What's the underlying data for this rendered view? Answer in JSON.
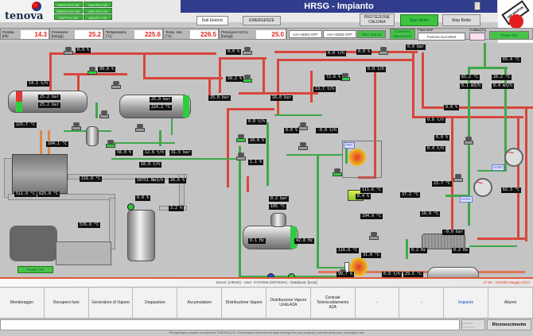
{
  "header": {
    "brand": "tenova",
    "title": "HRSG - Impianto",
    "partner_logo": "ORI MARTIN",
    "plc_status": [
      "HRSG PLC OK",
      "OAH PLC OK",
      "HRSG2 PLC OK",
      "ORC PLC OK",
      "EAF PLC OK",
      "A2A PLC OK"
    ],
    "buttons": {
      "dati_elettrici": "Dati Elettrici",
      "emergenze": "EMERGENZE",
      "protezione_caldaia": "PROTEZIONE CALDAIA",
      "start_boiler": "Start Boiler",
      "stop_boiler": "Stop Boiler"
    }
  },
  "measures": [
    {
      "label": "Portata [t/h]",
      "value": "14.3"
    },
    {
      "label": "Pressione [bar(g)]",
      "value": "25.2"
    },
    {
      "label": "Temperatura [°C]",
      "value": "225.6"
    },
    {
      "label": "Temp. Sat. [°C]",
      "value": "226.5"
    },
    {
      "label": "Pressione ACCU [bar(g)]",
      "value": "25.0"
    }
  ],
  "status": {
    "a2a_seb1": "A2A-SEB1-OFF",
    "a2a_seb2": "A2A-SEB2-OFF",
    "orc": "ORC Marcia",
    "consenso": "Consenso Marcia EAF",
    "fase_label": "Fase EAF",
    "fase_value": "Fusione Eurosteel",
    "colata_label": "Colata [%]",
    "colata_value": "",
    "power_on": "Power ON",
    "forno_on": "Power ON"
  },
  "diagram": {
    "values": {
      "v_top_left": "0.0 %",
      "v_99": "99.0 %",
      "flow_steam": "14.1 t/h",
      "drum1_p1": "25.2 bar",
      "drum1_p2": "25.2 bar",
      "t_left": "225.7 °C",
      "t_104": "104.1 °C",
      "drum2_p": "25.0 bar",
      "drum2_t": "224.2 °C",
      "v_0_top": "0.0 %",
      "v_50": "50.2 %",
      "p_25": "25.0 bar",
      "p_16": "16.0 bar",
      "flow_top": "0.0 t/h",
      "v_0b": "0.0 %",
      "flow_0b": "0.0 t/h",
      "p_00": "0.0 bar",
      "v_72": "72.6 %",
      "flow_137": "13.7 t/h",
      "flow_08": "0.8 t/h",
      "v_10": "10.0 %",
      "v_11": "1.1 %",
      "v_00c": "0.0 %",
      "flow_neg": "-0.0 t/h",
      "t_1116": "111.6 °C",
      "t_1049": "104.9 °C",
      "v_56": "56.0 %",
      "flow_126": "12.6 t/h",
      "p_315": "31.5 bar",
      "fan_flow": "16.9 t/h",
      "t_216": "216.0 °C",
      "flow_nm3": "50751 Nm3/h",
      "v_266": "26.6 %",
      "v_00d": "0.0 %",
      "v_32": "3.2 %",
      "t_5119": "511.9 °C",
      "t_6258": "625.8 °C",
      "t_576": "576.0 °C",
      "deaer_p": "0.2 bar",
      "deaer_t": "105 °C",
      "hz_1": "0.1 Hz",
      "hz_2": "42.8 Hz",
      "v_04": "0.4 %",
      "t_1168": "116.8 °C",
      "t_310": "31.0 °C",
      "v_997": "99.7 %",
      "flow_00e": "0.0 t/h",
      "t_295": "29.5 °C",
      "t_654": "65.4 °C",
      "t_652": "65.2 °C",
      "t_262": "26.2 °C",
      "m3_1": "0.1 m3/h",
      "m3_2": "0.4 m3/h",
      "v_00f": "0.0 %",
      "flow_06": "0.6 t/h",
      "v_00g": "0.0 %",
      "flow_04": "0.4 t/h",
      "t_237": "23.7 °C",
      "t_372": "37.2 °C",
      "t_623": "62.3 °C",
      "t_169": "16.9 °C",
      "acc_p": "-0.0 bar",
      "hz_3": "0.2 Hz",
      "hz_4": "0.2 Hz"
    },
    "tags": {
      "orc": "ORC",
      "scb1": "SCB1",
      "scb2": "SCB2"
    },
    "forno_label": "Power ON"
  },
  "footer": {
    "server_line": "Server: [HRSG] - User: SYSTEM (SISTEMA) - Database: [local]",
    "timestamp": "17:16 - 2013/05 Maggio 2013",
    "nav": [
      "Monitoraggio",
      "Recupero fumi",
      "Generatore di Vapore",
      "Degasatore",
      "Accumulatore",
      "Distribuzione Vapore",
      "Distribuzione Vapore Unità A2A",
      "Centrale Teleriscaldamento A2A",
      "-",
      "-",
      "Impianto",
      "Allarmi"
    ],
    "active_nav": "Impianto",
    "alarm_ack": "Allarme Corrente",
    "riconoscimento": "Riconoscimento",
    "copyright": "This application program is property of TENOVA S.p.A. The Company will protect its rights deriving from such property in civil and penal court, according to law."
  }
}
